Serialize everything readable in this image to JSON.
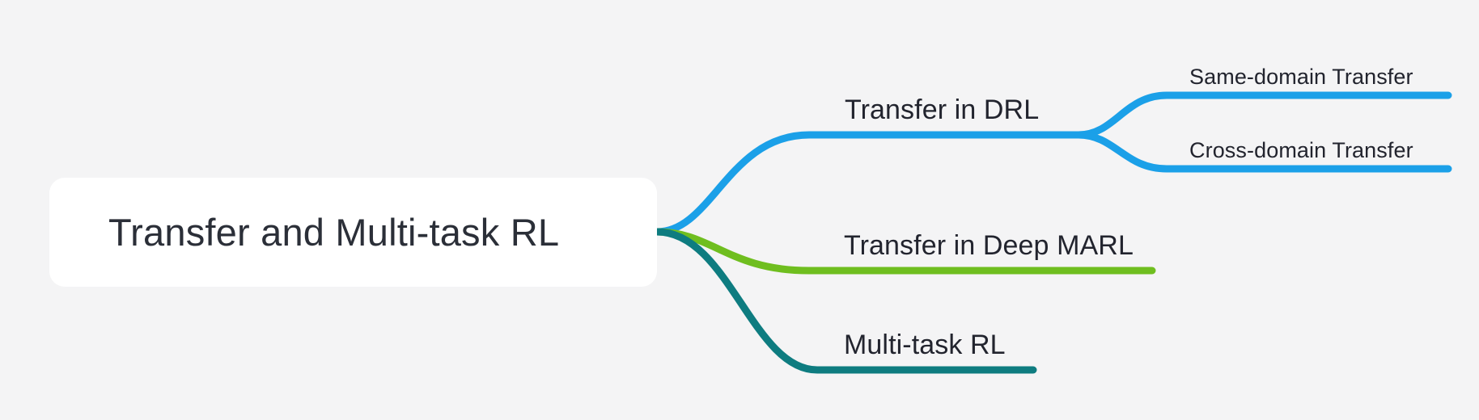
{
  "diagram": {
    "type": "mindmap",
    "title": "Transfer and Multi-task RL",
    "background_color": "#f4f4f5",
    "text_color": "#22242e",
    "root": {
      "label": "Transfer and Multi-task RL",
      "node_background": "#ffffff"
    },
    "branches": [
      {
        "label": "Transfer in DRL",
        "color": "#1ba0e8",
        "children": [
          {
            "label": "Same-domain Transfer",
            "color": "#1ba0e8"
          },
          {
            "label": "Cross-domain Transfer",
            "color": "#1ba0e8"
          }
        ]
      },
      {
        "label": "Transfer in Deep MARL",
        "color": "#6fbe1f",
        "children": []
      },
      {
        "label": "Multi-task RL",
        "color": "#0e7c80",
        "children": []
      }
    ]
  }
}
